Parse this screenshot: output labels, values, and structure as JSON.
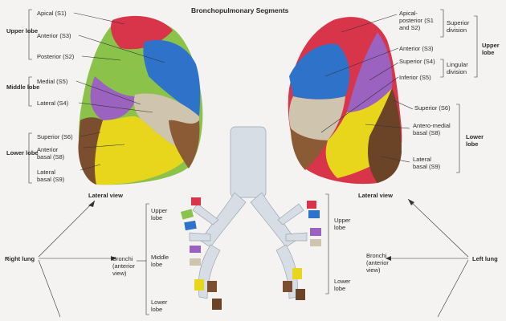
{
  "title": "Bronchopulmonary Segments",
  "right_lung": {
    "lobes": {
      "upper": "Upper lobe",
      "middle": "Middle lobe",
      "lower": "Lower lobe"
    },
    "segments": {
      "s1": "Apical (S1)",
      "s3": "Anterior (S3)",
      "s2": "Posterior (S2)",
      "s5": "Medial (S5)",
      "s4": "Lateral (S4)",
      "s6": "Superior (S6)",
      "s8": "Anterior basal (S8)",
      "s9": "Lateral basal (S9)"
    },
    "view_label": "Lateral view",
    "lung_label": "Right lung"
  },
  "left_lung": {
    "lobes": {
      "upper": "Upper lobe",
      "lower": "Lower lobe"
    },
    "divisions": {
      "superior": "Superior division",
      "lingular": "Lingular division"
    },
    "segments": {
      "s1s2": "Apical-posterior (S1 and S2)",
      "s3": "Anterior (S3)",
      "s4": "Superior (S4)",
      "s5": "Inferior (S5)",
      "s6": "Superior (S6)",
      "s8": "Antero-medial basal (S8)",
      "s9": "Lateral basal (S9)"
    },
    "view_label": "Lateral view",
    "lung_label": "Left lung"
  },
  "bronchi": {
    "center_label": "Bronchi (anterior view)",
    "left_side": {
      "upper": "Upper lobe",
      "middle": "Middle lobe",
      "lower": "Lower lobe"
    },
    "right_side": {
      "upper": "Upper lobe",
      "lower": "Lower lobe"
    },
    "center_label_right": "Bronchi (anterior view)"
  },
  "colors": {
    "apical": "#d8344a",
    "anterior": "#2f72c9",
    "posterior": "#8ac24a",
    "medial": "#cfc4ae",
    "lateral": "#9b62bf",
    "superior_lower": "#7a4e2e",
    "anterior_basal": "#e8d61c",
    "lateral_basal": "#6b4427",
    "bronchus": "#cfd6de"
  }
}
